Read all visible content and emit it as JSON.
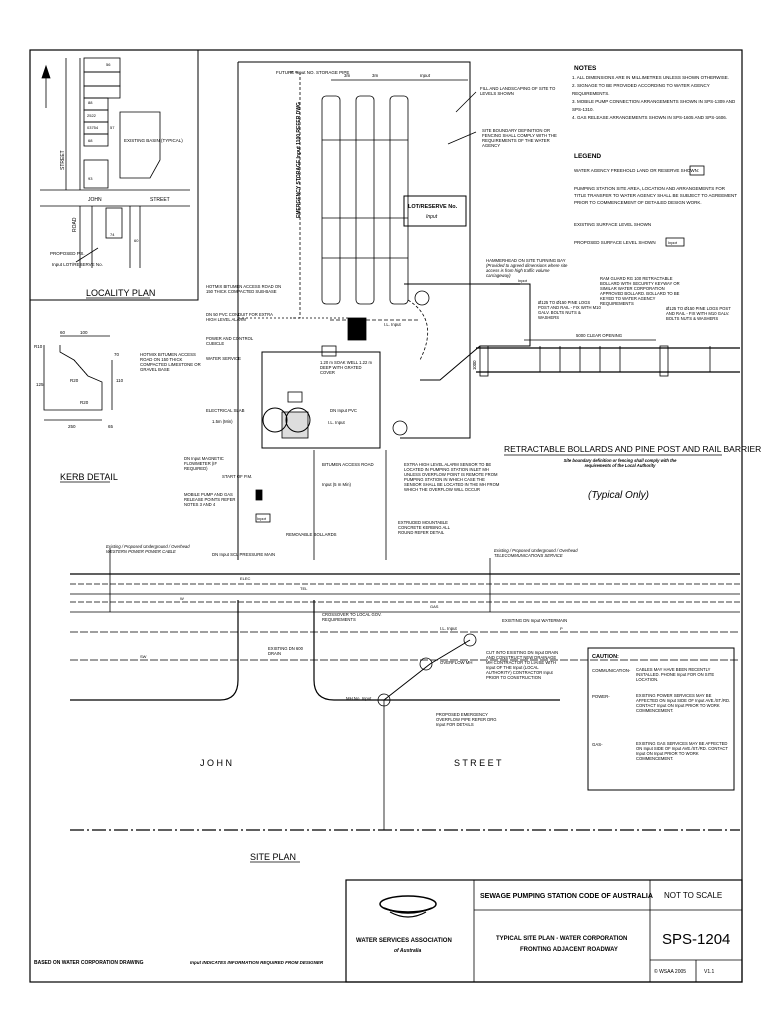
{
  "notes": {
    "heading": "NOTES",
    "items": [
      "1. ALL DIMENSIONS ARE IN MILLIMETRES UNLESS SHOWN OTHERWISE.",
      "2. SIGNAGE TO BE PROVIDED ACCORDING TO WATER AGENCY REQUIREMENTS.",
      "3. MOBILE PUMP CONNECTION ARRANGEMENTS SHOWN IN SPS-1309 AND SPS-1310.",
      "4. GAS RELEASE ARRANGEMENTS SHOWN IN SPS-1605 AND SPS-1606."
    ]
  },
  "legend": {
    "heading": "LEGEND",
    "freehold": "WATER AGENCY FREEHOLD LAND OR RESERVE SHOWN:",
    "site_area_1": "PUMPING STATION SITE AREA, LOCATION AND ARRANGEMENTS FOR",
    "site_area_2": "TITLE TRANSFER TO WATER AGENCY SHALL BE SUBJECT TO AGREEMENT",
    "site_area_3": "PRIOR TO COMMENCEMENT OF DETAILED DESIGN WORK.",
    "existing_level": "EXISTING SURFACE LEVEL SHOWN",
    "proposed_level": "PROPOSED SURFACE LEVEL SHOWN",
    "input": "Input"
  },
  "locality": {
    "title": "LOCALITY PLAN",
    "street_v": "STREET",
    "road_v": "ROAD",
    "john": "JOHN",
    "street": "STREET",
    "basin": "EXISTING BASIN (TYPICAL)",
    "proposed": "PROPOSED P.S.",
    "lot": "Input LOT/RESERVE No.",
    "lots": [
      "56",
      "88",
      "2522",
      "03754",
      "57",
      "68",
      "93",
      "74",
      "60",
      "81"
    ]
  },
  "kerb": {
    "title": "KERB DETAIL",
    "note": "HOTMIX BITUMEN ACCESS ROAD ON 150 THICK COMPACTED LIMESTONE OR GRAVEL BASE",
    "dims": [
      "60",
      "100",
      "R10",
      "70",
      "R20",
      "125",
      "110",
      "R20",
      "250",
      "65"
    ]
  },
  "site": {
    "title": "SITE PLAN",
    "future": "FUTURE Input NO. STORAGE PIPE",
    "fill": "FILL AND LANDSCAPING OF SITE TO LEVELS SHOWN",
    "boundary": "SITE BOUNDARY DEFINITION OR FENCING SHALL COMPLY WITH THE REQUIREMENTS OF THE WATER AGENCY",
    "dim_3m_a": "3m",
    "dim_3m_b": "3m",
    "dim_input": "Input",
    "storage": "EMERGENCY STORAGE Input 1100 REFER DWG",
    "lot_title": "LOT/RESERVE No.",
    "lot_input": "Input",
    "hammerhead": "HAMMERHEAD ON SITE TURNING BAY",
    "hammerhead_note": "(Provided to agreed dimensions where site access is from high traffic volume carriageway)",
    "access_road": "HOTMIX BITUMEN ACCESS ROAD ON 150 THICK COMPACTED SUB-BASE",
    "conduit": "DN 50 PVC CONDUIT FOR EXTRA HIGH LEVEL ALARM",
    "cubicle": "POWER AND CONTROL CUBICLE",
    "water_service": "WATER SERVICE",
    "soak_well": "1.20 m SOAK WELL 1.22 m DEEP WITH GRATED COVER",
    "slab": "ELECTRICAL SLAB",
    "slab_dim": "1.5m (Min)",
    "dn_pvc": "DN Input PVC",
    "bitumen": "BITUMEN ACCESS ROAD",
    "min_5m": "Input (5 m Min)",
    "flowmeter": "DN Input MAGNETIC FLOWMETER (IF REQUIRED)",
    "start": "START OF P.M.",
    "mobile": "MOBILE PUMP AND GAS RELEASE POINTS REFER NOTES 3 AND 4",
    "alarm": "EXTRA HIGH LEVEL ALARM SENSOR TO BE LOCATED IN PUMPING STATION INLET MH UNLESS OVERFLOW POINT IS REMOTE FROM PUMPING STATION IN WHICH CASE THE SENSOR SHALL BE LOCATED IN THE MH FROM WHICH THE OVERFLOW WILL OCCUR",
    "removable": "REMOVABLE BOLLARDS",
    "extruded": "EXTRUDED MOUNTABLE CONCRETE KERBING ALL ROUND REFER DETAIL",
    "pressure": "DN Input SCL PRESSURE MAIN",
    "western": "Existing / Proposed Underground / Overhead WESTERN POWER POWER CABLE",
    "telecom": "Existing / Proposed Underground / Overhead TELECOMMUNICATIONS SERVICE",
    "crossover": "CROSSOVER TO LOCAL GOV. REQUIREMENTS",
    "existing_dn": "EXISTING DN 600 DRAIN",
    "watermain": "EXISTING DN Input WATERMAIN",
    "il": "I.L. Input",
    "cut": "CUT INTO EXISTING DN Input DRAIN AND CONSTRUCT NEW DRAINAGE MH CONTRACTOR TO LIAISE WITH Input OF THE Input (LOCAL AUTHORITY) CONTRACTOR Input PRIOR TO CONSTRUCTION",
    "overflow": "OVERFLOW MH",
    "mh": "MH No. Input",
    "emergency": "PROPOSED EMERGENCY OVERFLOW PIPE REFER DRG Input FOR DETAILS",
    "john": "J O H N",
    "street": "S T R E E T",
    "service_labels": [
      "ELEC",
      "TEL",
      "W",
      "GAS",
      "SW",
      "P"
    ]
  },
  "bollards": {
    "title": "RETRACTABLE BOLLARDS AND PINE POST AND RAIL BARRIER",
    "ram": "RAM GUARD RG 100 RETRACTABLE BOLLARD WITH SECURITY KEYWAY OR SIMILAR WATER CORPORATION APPROVED BOLLARD. BOLLARD TO BE KEYED TO WATER AGENCY REQUIREMENTS",
    "pine_left": "Ø125 TO Ø150 PINE LOGS POST AND RAIL - FIX WITH M10 GALV. BOLTS NUTS & WASHERS",
    "pine_right": "Ø125 TO Ø150 PINE LOGS POST AND RAIL - FIX WITH M10 GALV. BOLTS NUTS & WASHERS",
    "clear": "5000 CLEAR OPENING",
    "height": "1000",
    "comply": "Site boundary definition or fencing shall comply with the requirements of the Local Authority",
    "typical": "(Typical Only)"
  },
  "caution": {
    "heading": "CAUTION:",
    "rows": [
      {
        "k": "COMMUNICATION-",
        "v": "CABLES MAY HAVE BEEN RECENTLY INSTALLED. PHONE Input FOR ON SITE LOCATION."
      },
      {
        "k": "POWER-",
        "v": "EXISTING POWER SERVICES MAY BE AFFECTED ON Input SIDE OF Input AVE./ST./RD. CONTACT Input ON Input PRIOR TO WORK COMMENCEMENT."
      },
      {
        "k": "GAS-",
        "v": "EXISTING GAS SERVICES MAY BE AFFECTED ON Input SIDE OF Input AVE./ST./RD. CONTACT Input ON Input PRIOR TO WORK COMMENCEMENT."
      }
    ]
  },
  "title_block": {
    "org": "WATER SERVICES ASSOCIATION",
    "org_sub": "of Australia",
    "code": "SEWAGE PUMPING STATION CODE OF AUSTRALIA",
    "scale": "NOT TO SCALE",
    "title_1": "TYPICAL SITE PLAN - WATER CORPORATION",
    "title_2": "FRONTING ADJACENT ROADWAY",
    "number": "SPS-1204",
    "copyright": "© WSAA  2005",
    "version": "V1.1"
  },
  "footer": {
    "based": "BASED ON WATER CORPORATION DRAWING",
    "input_note": "Input INDICATES INFORMATION REQUIRED FROM DESIGNER"
  }
}
